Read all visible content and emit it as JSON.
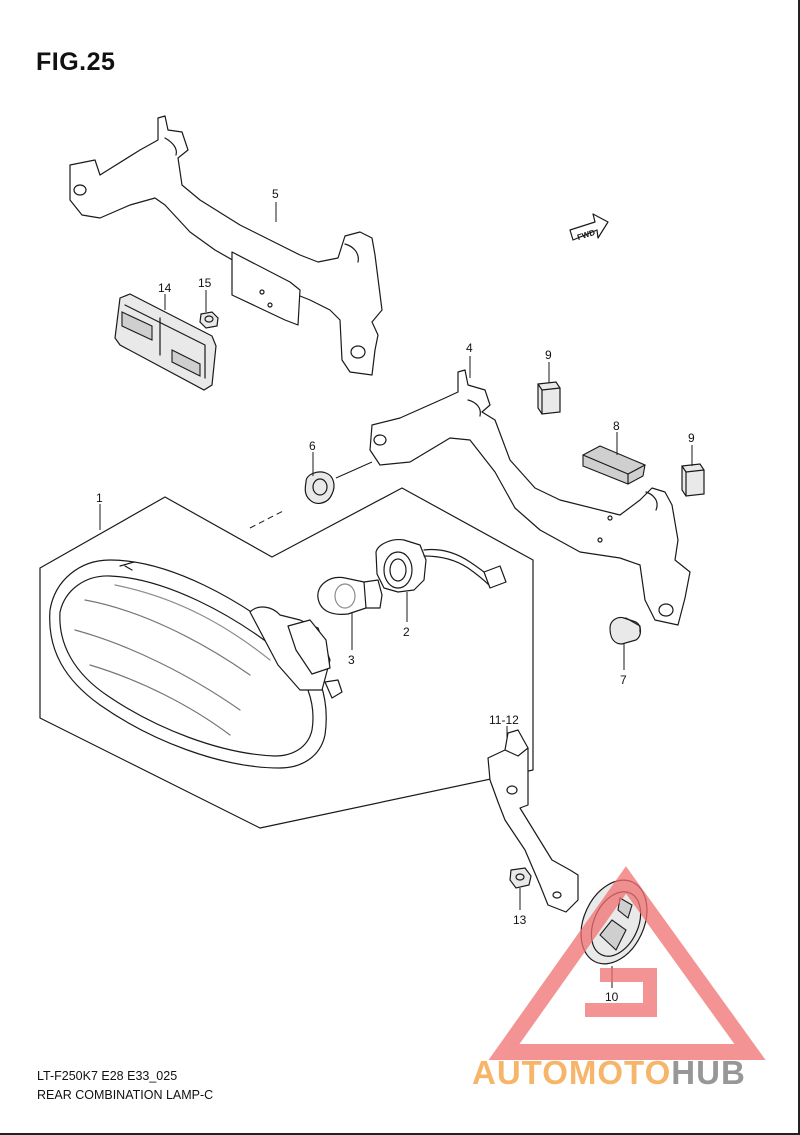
{
  "figure": {
    "title": "FIG.25",
    "fwd_label": "FWD",
    "code": "LT-F250K7 E28 E33_025",
    "caption": "REAR COMBINATION LAMP-C"
  },
  "callouts": {
    "c1": "1",
    "c2": "2",
    "c3": "3",
    "c4": "4",
    "c5": "5",
    "c6": "6",
    "c7": "7",
    "c8": "8",
    "c9a": "9",
    "c9b": "9",
    "c10": "10",
    "c11_12": "11-12",
    "c13": "13",
    "c14": "14",
    "c15": "15"
  },
  "watermark": {
    "text_orange": "AUTOMOTO",
    "text_gray": "HUB",
    "colors": {
      "orange": "#f5a94e",
      "gray": "#8c8c8c",
      "red": "#f07070"
    }
  }
}
